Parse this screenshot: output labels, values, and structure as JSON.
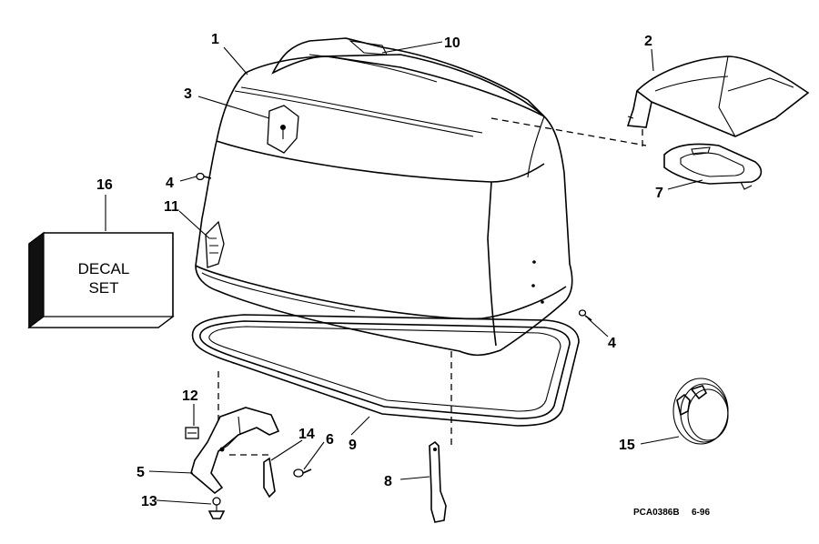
{
  "callouts": [
    {
      "id": "1",
      "label": "1"
    },
    {
      "id": "2",
      "label": "2"
    },
    {
      "id": "3",
      "label": "3"
    },
    {
      "id": "4a",
      "label": "4"
    },
    {
      "id": "4b",
      "label": "4"
    },
    {
      "id": "5",
      "label": "5"
    },
    {
      "id": "6",
      "label": "6"
    },
    {
      "id": "7",
      "label": "7"
    },
    {
      "id": "8",
      "label": "8"
    },
    {
      "id": "9",
      "label": "9"
    },
    {
      "id": "10",
      "label": "10"
    },
    {
      "id": "11",
      "label": "11"
    },
    {
      "id": "12",
      "label": "12"
    },
    {
      "id": "13",
      "label": "13"
    },
    {
      "id": "14",
      "label": "14"
    },
    {
      "id": "15",
      "label": "15"
    },
    {
      "id": "16",
      "label": "16"
    }
  ],
  "decal_box": {
    "line1": "DECAL",
    "line2": "SET"
  },
  "drawing_code": "PCA0386B",
  "drawing_date": "6-96",
  "colors": {
    "ink": "#000000",
    "paper": "#ffffff",
    "shade": "#1a1a1a"
  }
}
